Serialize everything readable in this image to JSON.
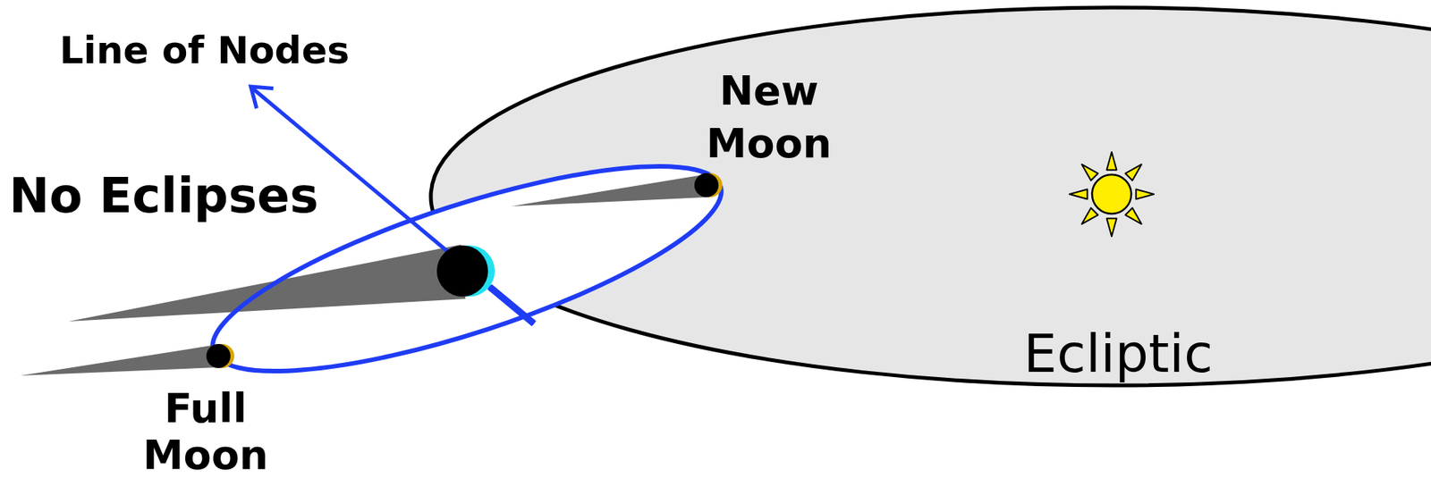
{
  "diagram": {
    "nodes": [
      {
        "text": [
          "Ecliptic"
        ]
      }
    ],
    "labels": [
      "Line of Nodes",
      "No Eclipses",
      "New Moon",
      "Full Moon"
    ]
  }
}
